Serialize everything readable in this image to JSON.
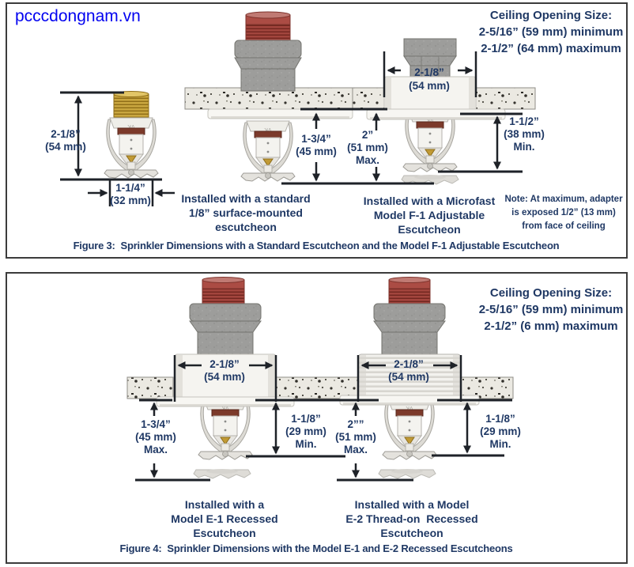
{
  "colors": {
    "text_navy": "#1f3864",
    "watermark_blue": "#0202f0",
    "dimension_line": "#1e2228",
    "pipe_red": "#a2453d",
    "fitting_gray": "#9d9d9b",
    "brass": "#c9a63f",
    "ceiling_speckle_bg": "#ebe9e2",
    "escutcheon_white": "#f5f4f0",
    "panel_border": "#3c3c3c"
  },
  "figure3": {
    "watermark": "pcccdongnam.vn",
    "ceiling_note": [
      "Ceiling Opening Size:",
      "2-5/16” (59 mm) minimum",
      "2-1/2” (64 mm) maximum"
    ],
    "dim_height": [
      "2-1/8”",
      "(54 mm)"
    ],
    "dim_width": [
      "1-1/4”",
      "(32 mm)"
    ],
    "dim_surface_drop": [
      "1-3/4”",
      "(45 mm)"
    ],
    "dim_f1_width": [
      "2-1/8”",
      "(54 mm)"
    ],
    "dim_f1_max": [
      "2”",
      "(51 mm)",
      "Max."
    ],
    "dim_f1_min": [
      "1-1/2”",
      "(38 mm)",
      "Min."
    ],
    "caption_standard": [
      "Installed with a standard",
      "1/8” surface-mounted",
      "escutcheon"
    ],
    "caption_f1": [
      "Installed with a Microfast",
      "Model F-1 Adjustable",
      "Escutcheon"
    ],
    "note": [
      "Note: At maximum, adapter",
      "is exposed 1/2” (13 mm)",
      "from face of ceiling"
    ],
    "figure_caption": "Figure 3:  Sprinkler Dimensions with a Standard Escutcheon and the Model F-1 Adjustable Escutcheon"
  },
  "figure4": {
    "ceiling_note": [
      "Ceiling Opening Size:",
      "2-5/16” (59 mm) minimum",
      "2-1/2” (6 mm) maximum"
    ],
    "dim_e1_width": [
      "2-1/8”",
      "(54 mm)"
    ],
    "dim_e2_width": [
      "2-1/8”",
      "(54 mm)"
    ],
    "dim_e1_max": [
      "1-3/4”",
      "(45 mm)",
      "Max."
    ],
    "dim_e1_min": [
      "1-1/8”",
      "(29 mm)",
      "Min."
    ],
    "dim_e2_max": [
      "2””",
      "(51 mm)",
      "Max."
    ],
    "dim_e2_min": [
      "1-1/8”",
      "(29 mm)",
      "Min."
    ],
    "caption_e1": [
      "Installed with a",
      "Model E-1 Recessed",
      "Escutcheon"
    ],
    "caption_e2": [
      "Installed with a Model",
      "E-2 Thread-on  Recessed",
      "Escutcheon"
    ],
    "figure_caption": "Figure 4:  Sprinkler Dimensions with the Model E-1 and E-2 Recessed Escutcheons"
  }
}
